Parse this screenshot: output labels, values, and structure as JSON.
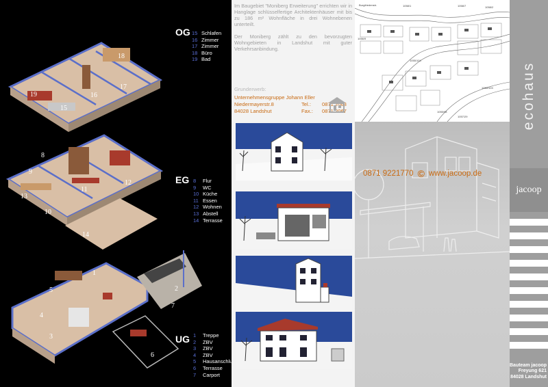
{
  "floors": {
    "og": {
      "level": "OG",
      "items": [
        {
          "num": "15",
          "label": "Schlafen"
        },
        {
          "num": "16",
          "label": "Zimmer"
        },
        {
          "num": "17",
          "label": "Zimmer"
        },
        {
          "num": "18",
          "label": "Büro"
        },
        {
          "num": "19",
          "label": "Bad"
        }
      ],
      "plan_labels": [
        "19",
        "15",
        "16",
        "17",
        "18"
      ]
    },
    "eg": {
      "level": "EG",
      "items": [
        {
          "num": "8",
          "label": "Flur"
        },
        {
          "num": "9",
          "label": "WC"
        },
        {
          "num": "10",
          "label": "Küche"
        },
        {
          "num": "11",
          "label": "Essen"
        },
        {
          "num": "12",
          "label": "Wohnen"
        },
        {
          "num": "13",
          "label": "Abstell"
        },
        {
          "num": "14",
          "label": "Terrasse"
        }
      ],
      "plan_labels": [
        "8",
        "9",
        "10",
        "11",
        "12",
        "13",
        "14"
      ]
    },
    "ug": {
      "level": "UG",
      "items": [
        {
          "num": "1",
          "label": "Treppe"
        },
        {
          "num": "2",
          "label": "ZBV"
        },
        {
          "num": "3",
          "label": "ZBV"
        },
        {
          "num": "4",
          "label": "ZBV"
        },
        {
          "num": "5",
          "label": "Hausanschluß"
        },
        {
          "num": "6",
          "label": "Terrasse"
        },
        {
          "num": "7",
          "label": "Carport"
        }
      ],
      "plan_labels": [
        "1",
        "2",
        "3",
        "4",
        "5",
        "6",
        "7"
      ]
    }
  },
  "intro": {
    "p1": "Im Baugebiet \"Moniberg Erweiterung\" errichten wir in Hanglage schlüsselfertige Architektenhäuser mit bis zu 186 m² Wohnfläche in drei Wohnebenen unterteilt.",
    "p2": "Der Moniberg zählt zu den bevorzugten Wohngebieten in Landshut mit guter Verkehrsanbindung."
  },
  "contact": {
    "heading": "Grunderwerb:",
    "company": "Unternehmensgruppe Johann Eller",
    "street": "Niedermayerstr.8",
    "tel_label": "Tel.:",
    "tel": "0871 2063",
    "city": "84028 Landshut",
    "fax_label": "Fax.:",
    "fax": "0871 2067"
  },
  "map": {
    "labels": [
      "Burgfriedenstr.",
      "1058/1",
      "1058/7",
      "1058/2",
      "1056/9",
      "1057/29",
      "1055/104",
      "1055/103",
      "1055/98"
    ]
  },
  "phone_line": {
    "phone": "0871 9221770",
    "symbol": "©",
    "url": "www.jacoop.de"
  },
  "brand": {
    "vertical": "ecohaus",
    "name": "jacoop",
    "footer": [
      "Bauteam jacoop",
      "Freyung 621",
      "84028 Landshut"
    ]
  },
  "colors": {
    "accent_orange": "#c86a12",
    "legend_number": "#5a6fd6",
    "wall_blue": "#5b6fc9",
    "floor_tan": "#d9bfa6",
    "furniture_red": "#a83a2c"
  }
}
